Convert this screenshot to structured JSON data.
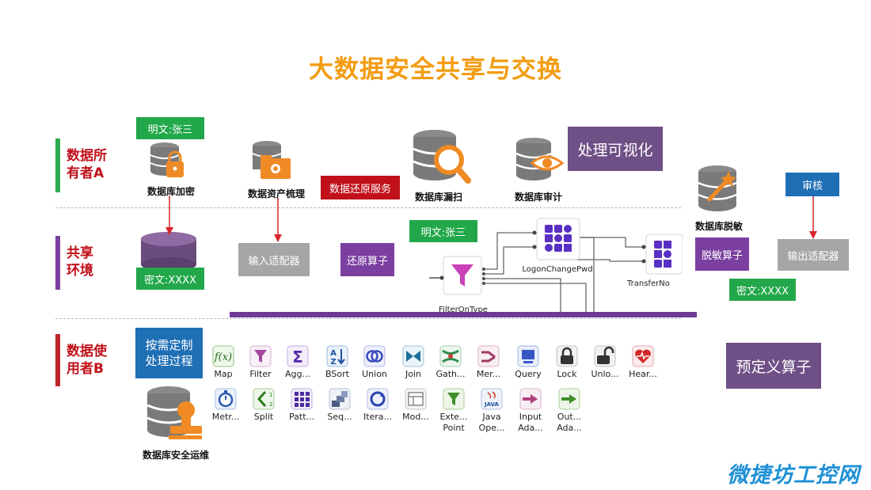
{
  "title": "大数据安全共享与交换",
  "rows": [
    {
      "label_line1": "数据所",
      "label_line2": "有者A",
      "color": "#2eaa4f"
    },
    {
      "label_line1": "共享",
      "label_line2": "环境",
      "color": "#7b3fa0"
    },
    {
      "label_line1": "数据使",
      "label_line2": "用者B",
      "color": "#c0262d"
    }
  ],
  "owner": {
    "plaintext_tag": "明文:张三",
    "db_encrypt": "数据库加密",
    "asset_sort": "数据资产梳理",
    "restore_service": "数据还原服务",
    "db_scan": "数据库漏扫",
    "db_audit": "数据库审计",
    "visualize": "处理可视化",
    "db_mask": "数据库脱敏",
    "review": "审核"
  },
  "shared": {
    "ciphertext_tag": "密文:XXXX",
    "input_adapter": "输入适配器",
    "restore_op": "还原算子",
    "plaintext_tag": "明文:张三",
    "flow_nodes": [
      "FilterOnType",
      "LogonChangePwd",
      "TransferNo"
    ],
    "mask_op": "脱敏算子",
    "output_adapter": "输出适配器",
    "ciphertext_tag_out": "密文:XXXX"
  },
  "user": {
    "custom_process": "按需定制\n处理过程",
    "db_ops": "数据库安全运维",
    "predefined_ops": "预定义算子",
    "operators_row1": [
      "Map",
      "Filter",
      "Agg...",
      "BSort",
      "Union",
      "Join",
      "Gath...",
      "Mer...",
      "Query",
      "Lock",
      "Unlo...",
      "Hear..."
    ],
    "operators_row2": [
      "Metr...",
      "Split",
      "Patt...",
      "Seq...",
      "Itera...",
      "Mod...",
      "Exte...\nPoint",
      "Java\nOpe...",
      "Input\nAda...",
      "Out...\nAda..."
    ]
  },
  "watermark": "微捷坊工控网",
  "colors": {
    "green": "#22a84a",
    "purple": "#7b3fa0",
    "red": "#c0101a",
    "gray": "#a6a6a6",
    "blue": "#1f6fb5",
    "orange": "#f08a24",
    "db_gray": "#7f7f7f"
  }
}
